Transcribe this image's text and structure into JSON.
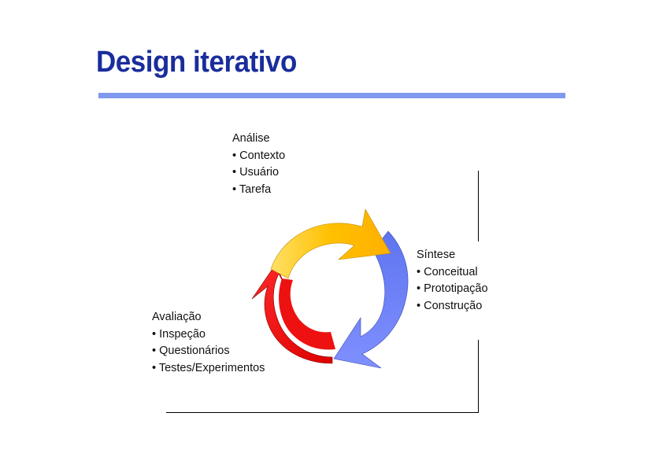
{
  "title": "Design iterativo",
  "analise": {
    "heading": "Análise",
    "items": [
      "• Contexto",
      "• Usuário",
      "• Tarefa"
    ]
  },
  "sintese": {
    "heading": "Síntese",
    "items": [
      "• Conceitual",
      "• Prototipação",
      "• Construção"
    ]
  },
  "avaliacao": {
    "heading": "Avaliação",
    "items": [
      "• Inspeção",
      "• Questionários",
      "• Testes/Experimentos"
    ]
  },
  "colors": {
    "title": "#1a2d9c",
    "rule": "#7f99ee",
    "arrow_yellow": "#ffc000",
    "arrow_blue": "#6b7ff5",
    "arrow_red": "#ee1111"
  }
}
